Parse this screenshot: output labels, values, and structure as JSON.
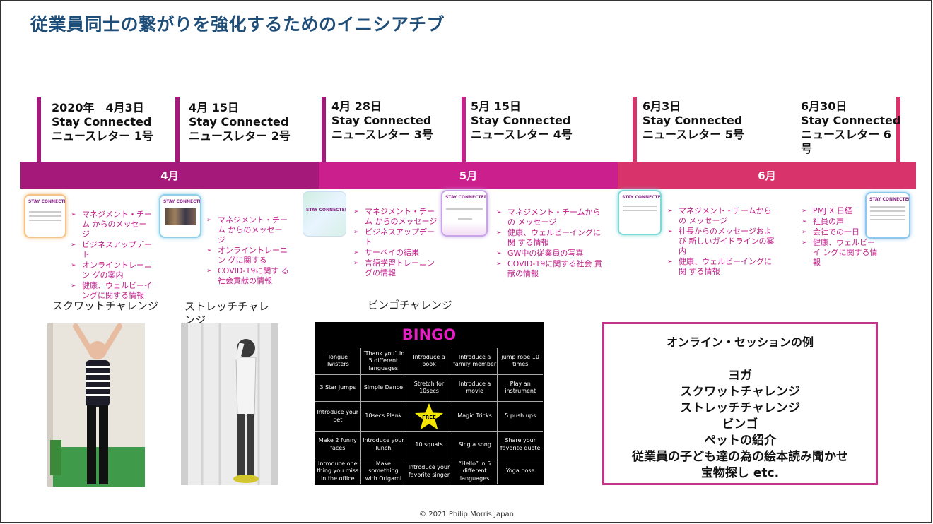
{
  "title": "従業員同士の繋がりを強化するためのイニシアチブ",
  "timeline": {
    "events": [
      {
        "line1": "2020年　4月3日",
        "line2": "Stay Connected",
        "line3": "ニュースレター 1号",
        "line4": ""
      },
      {
        "line1": "4月 15日",
        "line2": "Stay Connected",
        "line3": "ニュースレター 2号",
        "line4": ""
      },
      {
        "line1": "4月 28日",
        "line2": "Stay Connected",
        "line3": "ニュースレター 3号",
        "line4": ""
      },
      {
        "line1": "5月 15日",
        "line2": "Stay Connected",
        "line3": "ニュースレター 4号",
        "line4": ""
      },
      {
        "line1": "6月3日",
        "line2": "Stay Connected",
        "line3": "ニュースレター 5号",
        "line4": ""
      },
      {
        "line1": "6月30日",
        "line2": "Stay Connected",
        "line3": "ニュースレター 6",
        "line4": "号"
      }
    ],
    "months": [
      {
        "label": "4月",
        "color": "#a5197a"
      },
      {
        "label": "5月",
        "color": "#cc1f8e"
      },
      {
        "label": "6月",
        "color": "#d8336a"
      }
    ]
  },
  "newsletters": [
    {
      "thumb_title": "STAY CONNECTED",
      "bullets": [
        "マネジメント・チーム からのメッセージ",
        "ビジネスアップデート",
        "オンライントレーニン グの案内",
        "健康、ウェルビーイ ングに関する情報"
      ]
    },
    {
      "thumb_title": "STAY CONNECTED",
      "bullets": [
        "マネジメント・チーム からのメッセージ",
        "オンライントレーニン グに関する",
        "COVID-19に関す る社会貢献の情報"
      ]
    },
    {
      "thumb_title": "STAY CONNECTED",
      "bullets": [
        "マネジメント・チーム からのメッセージ",
        "ビジネスアップデート",
        "サーベイの結果",
        "言語学習トレーニン グの情報"
      ]
    },
    {
      "thumb_title": "STAY CONNECTED",
      "bullets": [
        "マネジメント・チームからの メッセージ",
        "健康、ウェルビーイングに関 する情報",
        "GW中の従業員の写真",
        "COVID-19に関する社会 貢献の情報"
      ]
    },
    {
      "thumb_title": "STAY CONNECTED",
      "bullets": [
        "マネジメント・チームからの メッセージ",
        "社長からのメッセージおよび 新しいガイドラインの案内",
        "健康、ウェルビーイングに関 する情報"
      ]
    },
    {
      "thumb_title": "STAY CONNECTED",
      "bullets": [
        "PMJ X 日経",
        "社員の声",
        "会社での一日",
        "健康、ウェルビーイ ングに関する情報"
      ]
    }
  ],
  "challenges": {
    "squat": "スクワットチャレンジ",
    "stretch": "ストレッチチャレンジ",
    "bingo": "ビンゴチャレンジ"
  },
  "bingo": {
    "title": "BINGO",
    "free": "FREE",
    "cells": [
      "Tongue Twisters",
      "“Thank you” in 5 different languages",
      "Introduce a book",
      "Introduce a family member",
      "jump rope 10 times",
      "3 Star jumps",
      "Simple Dance",
      "Stretch for 10secs",
      "Introduce a movie",
      "Play an instrument",
      "Introduce your pet",
      "10secs Plank",
      "",
      "Magic Tricks",
      "5 push ups",
      "Make 2 funny faces",
      "Introduce your lunch",
      "10 squats",
      "Sing a song",
      "Share your favorite quote",
      "Introduce one thing you miss in the office",
      "Make something with Origami",
      "Introduce your favorite singer",
      "“Hello” in 5 different languages",
      "Yoga pose"
    ]
  },
  "sessions": {
    "heading": "オンライン・セッションの例",
    "items": [
      "ヨガ",
      "スクワットチャレンジ",
      "ストレッチチャレンジ",
      "ビンゴ",
      "ペットの紹介",
      "従業員の子ども達の為の絵本読み聞かせ",
      "宝物探し etc."
    ]
  },
  "footer": "© 2021 Philip Morris Japan"
}
